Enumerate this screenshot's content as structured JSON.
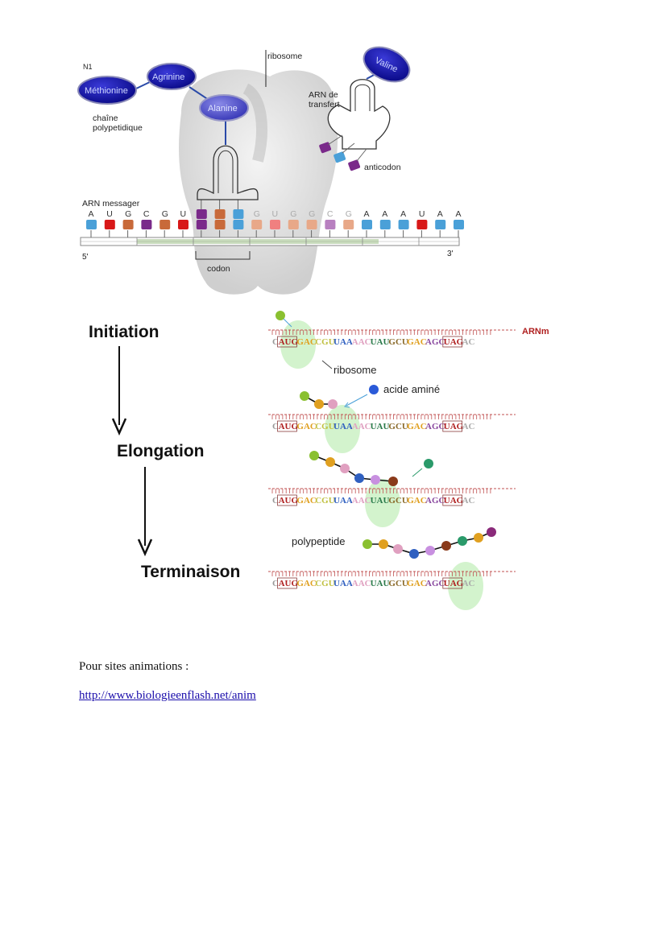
{
  "figure1": {
    "label_n1": "N1",
    "amino_acids": [
      "Méthionine",
      "Agrinine",
      "Alanine",
      "Valine"
    ],
    "label_chain": [
      "chaîne",
      "polypetidique"
    ],
    "label_ribosome": "ribosome",
    "label_trna": [
      "ARN de",
      "transfert"
    ],
    "label_anticodon": "anticodon",
    "label_mrna": "ARN messager",
    "bases": [
      "A",
      "U",
      "G",
      "C",
      "G",
      "U",
      "",
      "",
      "",
      "G",
      "U",
      "G",
      "G",
      "C",
      "G",
      "A",
      "A",
      "A",
      "U",
      "A",
      "A"
    ],
    "label_5prime": "5'",
    "label_3prime": "3'",
    "label_codon": "codon"
  },
  "figure2": {
    "stages": [
      "Initiation",
      "Elongation",
      "Terminaison"
    ],
    "label_arnm": "ARNm",
    "label_ribosome": "ribosome",
    "label_acide_amine": "acide aminé",
    "label_polypeptide": "polypeptide",
    "sequence_parts": [
      "C",
      "AUG",
      "GAC",
      "CGU",
      "UAA",
      "AAC",
      "UAU",
      "GCU",
      "GAC",
      "AGC",
      "UAG",
      "AC"
    ]
  },
  "document": {
    "caption": "Pour sites animations :",
    "link": "http://www.biologieenflash.net/anim"
  },
  "colors": {
    "amino_blue": "#1a1aa8",
    "ribosome_green": "#c8f0c0",
    "mrna_red": "#b02020"
  }
}
